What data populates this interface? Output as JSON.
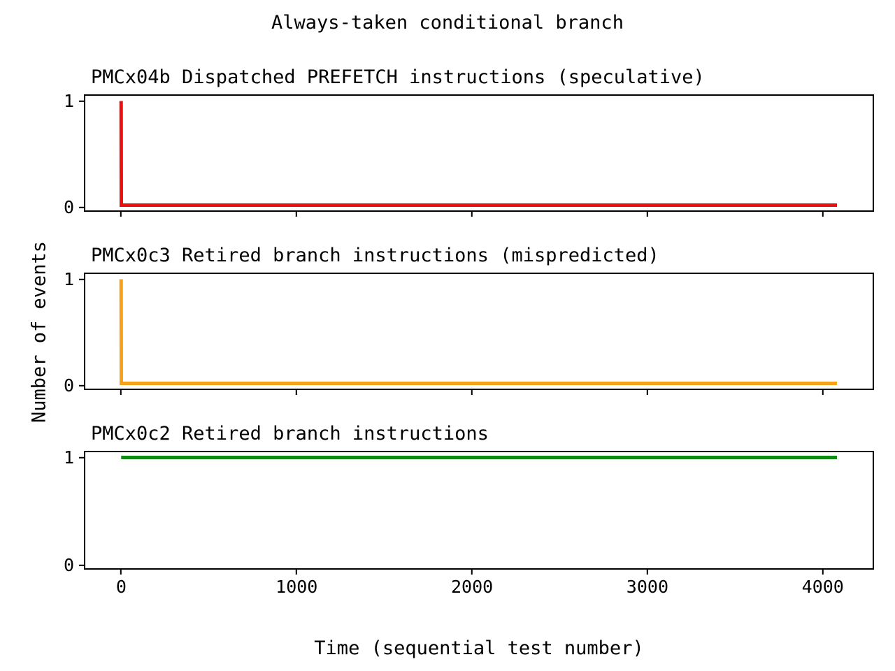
{
  "figure": {
    "suptitle": "Always-taken conditional branch",
    "xlabel": "Time (sequential test number)",
    "ylabel": "Number of events"
  },
  "chart_data": [
    {
      "type": "line",
      "title": "PMCx04b Dispatched PREFETCH instructions (speculative)",
      "xlabel": "Time (sequential test number)",
      "ylabel": "Number of events",
      "color": "#e8110f",
      "xlim": [
        -205,
        4300
      ],
      "ylim": [
        -0.05,
        1.05
      ],
      "xticks": [
        0,
        1000,
        2000,
        3000,
        4000
      ],
      "xticklabels": [
        "0",
        "1000",
        "2000",
        "3000",
        "4000"
      ],
      "yticks": [
        0,
        1
      ],
      "yticklabels": [
        "0",
        "1"
      ],
      "grid": false,
      "legend": "none",
      "x": [
        0,
        1,
        4096
      ],
      "values": [
        1,
        0,
        0
      ]
    },
    {
      "type": "line",
      "title": "PMCx0c3 Retired branch instructions (mispredicted)",
      "xlabel": "Time (sequential test number)",
      "ylabel": "Number of events",
      "color": "#f5a11b",
      "xlim": [
        -205,
        4300
      ],
      "ylim": [
        -0.05,
        1.05
      ],
      "xticks": [
        0,
        1000,
        2000,
        3000,
        4000
      ],
      "xticklabels": [
        "0",
        "1000",
        "2000",
        "3000",
        "4000"
      ],
      "yticks": [
        0,
        1
      ],
      "yticklabels": [
        "0",
        "1"
      ],
      "grid": false,
      "legend": "none",
      "x": [
        0,
        1,
        4096
      ],
      "values": [
        1,
        0,
        0
      ]
    },
    {
      "type": "line",
      "title": "PMCx0c2 Retired branch instructions",
      "xlabel": "Time (sequential test number)",
      "ylabel": "Number of events",
      "color": "#0f8a12",
      "xlim": [
        -205,
        4300
      ],
      "ylim": [
        -0.05,
        1.05
      ],
      "xticks": [
        0,
        1000,
        2000,
        3000,
        4000
      ],
      "xticklabels": [
        "0",
        "1000",
        "2000",
        "3000",
        "4000"
      ],
      "yticks": [
        0,
        1
      ],
      "yticklabels": [
        "0",
        "1"
      ],
      "grid": false,
      "legend": "none",
      "x": [
        0,
        4096
      ],
      "values": [
        1,
        1
      ]
    }
  ]
}
